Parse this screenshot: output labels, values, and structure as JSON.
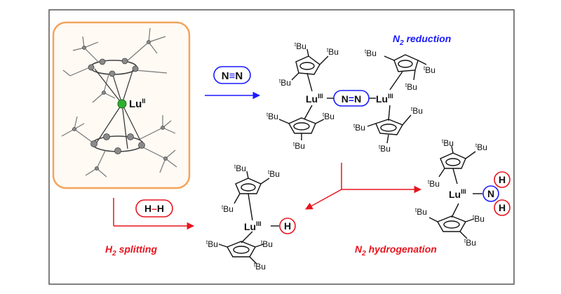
{
  "complex_label": {
    "element": "Lu",
    "oxidation": "II"
  },
  "pathways": {
    "n2_reduction": {
      "title_main": "N",
      "title_sub": "2",
      "title_rest": " reduction",
      "color": "#1a1aff",
      "reagent_left": "N",
      "reagent_bond": "≡",
      "reagent_right": "N"
    },
    "h2_splitting": {
      "title_main": "H",
      "title_sub": "2",
      "title_rest": " splitting",
      "color": "#e8141e",
      "reagent_left": "H",
      "reagent_bond": "–",
      "reagent_right": "H"
    },
    "n2_hydrogenation": {
      "title_main": "N",
      "title_sub": "2",
      "title_rest": " hydrogenation",
      "color": "#e8141e"
    }
  },
  "products": {
    "dinitrogen_complex": {
      "metal": "Lu",
      "ox": "III",
      "bridge_left": "N",
      "bridge_bond": "=",
      "bridge_right": "N"
    },
    "hydride_complex": {
      "metal": "Lu",
      "ox": "III",
      "ligand": "H"
    },
    "amide_complex": {
      "metal": "Lu",
      "ox": "III",
      "n": "N",
      "h1": "H",
      "h2": "H"
    }
  },
  "substituent": {
    "prefix": "t",
    "group": "Bu"
  },
  "colors": {
    "frame_border": "#555555",
    "box_border": "#f3a35c",
    "box_fill": "#fffaf4",
    "lu_atom": "#2fae2f",
    "blue": "#1a1aff",
    "red": "#e8141e"
  }
}
